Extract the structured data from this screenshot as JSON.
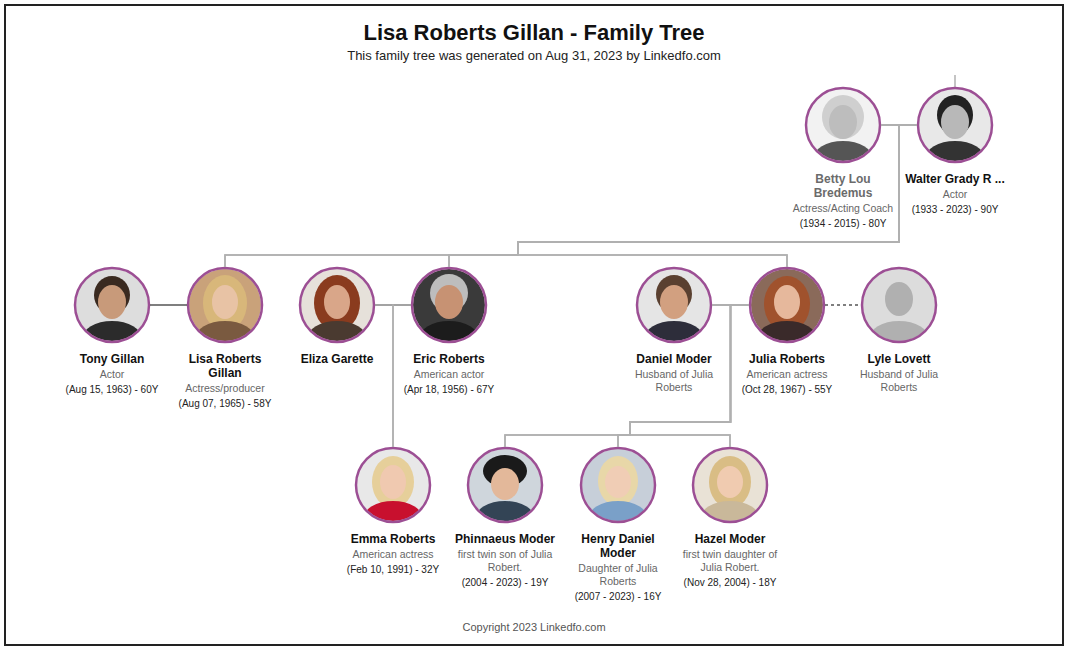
{
  "diagram": {
    "title": "Lisa Roberts Gillan - Family Tree",
    "nodes": [
      {
        "text": [
          "Betty Lou Bredemus",
          "Actress/Acting Coach",
          "(1934 - 2015) - 80Y"
        ]
      },
      {
        "text": [
          "Walter Grady R ...",
          "Actor",
          "(1933 - 2023) - 90Y"
        ]
      },
      {
        "text": [
          "Tony Gillan",
          "Actor",
          "(Aug 15, 1963) - 60Y"
        ]
      },
      {
        "text": [
          "Lisa Roberts Gillan",
          "Actress/producer",
          "(Aug 07, 1965) - 58Y"
        ]
      },
      {
        "text": [
          "Eliza Garette"
        ]
      },
      {
        "text": [
          "Eric Roberts",
          "American actor",
          "(Apr 18, 1956) - 67Y"
        ]
      },
      {
        "text": [
          "Daniel Moder",
          "Husband of Julia Roberts"
        ]
      },
      {
        "text": [
          "Julia Roberts",
          "American actress",
          "(Oct 28, 1967) - 55Y"
        ]
      },
      {
        "text": [
          "Lyle Lovett",
          "Husband of Julia Roberts"
        ]
      },
      {
        "text": [
          "Emma Roberts",
          "American actress",
          "(Feb 10, 1991) - 32Y"
        ]
      },
      {
        "text": [
          "Phinnaeus Moder",
          "first twin son of Julia Robert.",
          "(2004 - 2023) - 19Y"
        ]
      },
      {
        "text": [
          "Henry Daniel Moder",
          "Daughter of Julia Roberts",
          "(2007 - 2023) - 16Y"
        ]
      },
      {
        "text": [
          "Hazel Moder",
          "first twin daughter of Julia Robert.",
          "(Nov 28, 2004) - 18Y"
        ]
      }
    ],
    "edges": [
      {
        "from": 0,
        "to": 1,
        "arrow": "none"
      },
      {
        "from": 2,
        "to": 3,
        "arrow": "none"
      },
      {
        "from": 4,
        "to": 5,
        "arrow": "none"
      },
      {
        "from": 6,
        "to": 7,
        "arrow": "none"
      },
      {
        "from": 7,
        "to": 8,
        "arrow": "none"
      },
      {
        "from": 0,
        "to": 3,
        "arrow": "none"
      },
      {
        "from": 0,
        "to": 5,
        "arrow": "none"
      },
      {
        "from": 0,
        "to": 7,
        "arrow": "none"
      },
      {
        "from": 1,
        "to": 3,
        "arrow": "none"
      },
      {
        "from": 1,
        "to": 5,
        "arrow": "none"
      },
      {
        "from": 1,
        "to": 7,
        "arrow": "none"
      },
      {
        "from": 4,
        "to": 9,
        "arrow": "none"
      },
      {
        "from": 5,
        "to": 9,
        "arrow": "none"
      },
      {
        "from": 6,
        "to": 10,
        "arrow": "none"
      },
      {
        "from": 6,
        "to": 11,
        "arrow": "none"
      },
      {
        "from": 6,
        "to": 12,
        "arrow": "none"
      },
      {
        "from": 7,
        "to": 10,
        "arrow": "none"
      },
      {
        "from": 7,
        "to": 11,
        "arrow": "none"
      },
      {
        "from": 7,
        "to": 12,
        "arrow": "none"
      }
    ],
    "labels": [
      "This family tree was generated on Aug 31, 2023 by Linkedfo.com",
      "Copyright 2023 Linkedfo.com"
    ]
  }
}
